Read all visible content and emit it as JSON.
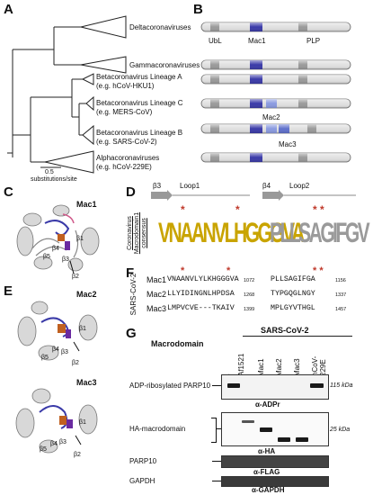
{
  "panels": [
    "A",
    "B",
    "C",
    "D",
    "E",
    "F",
    "G"
  ],
  "tree": {
    "clades": [
      {
        "name": "Deltacoronaviruses",
        "example": ""
      },
      {
        "name": "Gammacoronaviruses",
        "example": ""
      },
      {
        "name": "Betacoronavirus Lineage A",
        "example": "(e.g. hCoV-HKU1)"
      },
      {
        "name": "Betacoronavirus Lineage C",
        "example": "(e.g. MERS-CoV)"
      },
      {
        "name": "Betacoronavirus Lineage B",
        "example": "(e.g. SARS-CoV-2)"
      },
      {
        "name": "Alphacoronaviruses",
        "example": "(e.g. hCoV-229E)"
      }
    ],
    "scale_value": "0.5",
    "scale_unit": "substitutions/site"
  },
  "domains": {
    "labels": [
      "UbL",
      "Mac1",
      "PLP",
      "Mac2",
      "Mac3"
    ],
    "colors": {
      "mac1": "#3a3aa8",
      "mac2": "#8a9ae0",
      "mac3": "#5f70cc",
      "grey": "#9a9a9a",
      "light": "#e0e0e0"
    }
  },
  "structures": {
    "mac1": {
      "title": "Mac1",
      "labels": [
        "β1",
        "β2",
        "β3",
        "β4",
        "β5"
      ]
    },
    "mac2": {
      "title": "Mac2",
      "labels": [
        "β1",
        "β2",
        "β3",
        "β4",
        "β5"
      ]
    },
    "mac3": {
      "title": "Mac3",
      "labels": [
        "β1",
        "β2",
        "β3",
        "β4",
        "β5"
      ]
    }
  },
  "logo": {
    "ylabel_line1": "Coronavirus",
    "ylabel_line2": "Macrodomain1",
    "ylabel_line3": "consensus",
    "b3": "β3",
    "loop1": "Loop1",
    "b4": "β4",
    "loop2": "Loop2",
    "seq1": "VNAANVLHGGGVA",
    "seq2": "PLLSAGIFGV",
    "star": "*",
    "star2": "* *"
  },
  "alignment": {
    "virus": "SARS-CoV-2",
    "rows": [
      {
        "name": "Mac1",
        "s1": "VNAANVLYLKHGGGVA",
        "n1": "1072",
        "s2": "PLLSAGIFGA",
        "n2": "1156"
      },
      {
        "name": "Mac2",
        "s1": "LLYIDINGNLHPDSA",
        "n1": "1268",
        "s2": "TYPGQGLNGY",
        "n2": "1337"
      },
      {
        "name": "Mac3",
        "s1": "LMPVCVE---TKAIV",
        "n1": "1399",
        "s2": "MPLGYVTHGL",
        "n2": "1457"
      }
    ],
    "star": "*",
    "star2": "* *"
  },
  "blot": {
    "title": "SARS-CoV-2",
    "header": "Macrodomain",
    "lanes": [
      "-",
      "Af1521",
      "Mac1",
      "Mac2",
      "Mac3",
      "hCoV-229E"
    ],
    "panels": [
      {
        "left": "ADP-ribosylated PARP10",
        "antibody": "α-ADPr",
        "marker": "115 kDa"
      },
      {
        "left": "HA-macrodomain",
        "antibody": "α-HA",
        "marker": "25 kDa"
      },
      {
        "left": "PARP10",
        "antibody": "α-FLAG",
        "marker": ""
      },
      {
        "left": "GAPDH",
        "antibody": "α-GAPDH",
        "marker": ""
      }
    ]
  }
}
